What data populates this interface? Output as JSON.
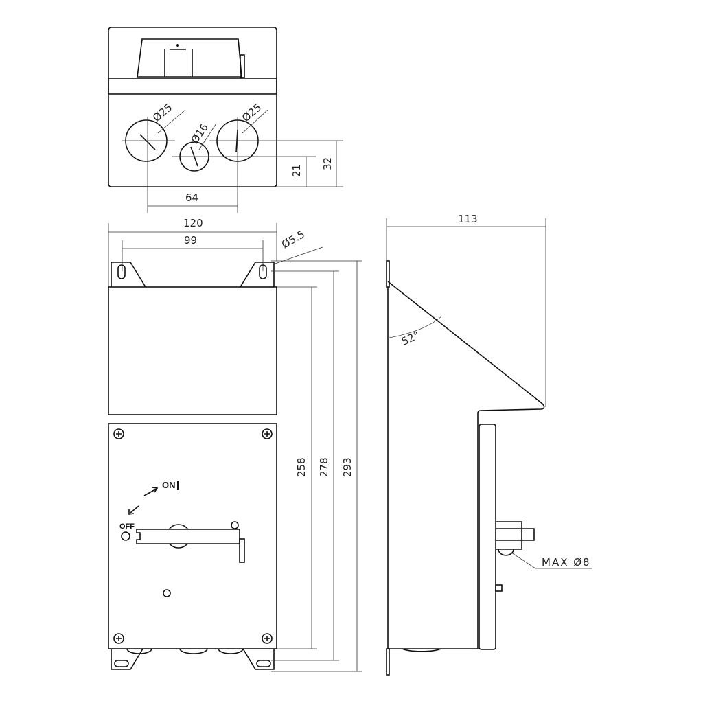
{
  "top_view": {
    "hole_left": "Ø25",
    "hole_middle": "Ø16",
    "hole_right": "Ø25",
    "dim_spacing": "64",
    "dim_height_small": "21",
    "dim_height_large": "32"
  },
  "front_view": {
    "dim_width_total": "120",
    "dim_width_holes": "99",
    "dim_mount_hole": "Ø5.5",
    "dim_height_body": "258",
    "dim_height_holes": "278",
    "dim_height_total": "293",
    "switch_on_label": "ON",
    "switch_off_label": "OFF"
  },
  "side_view": {
    "dim_depth": "113",
    "angle": "52°",
    "cable_note": "MAX Ø8"
  },
  "colors": {
    "line": "#111111",
    "background": "#ffffff"
  }
}
